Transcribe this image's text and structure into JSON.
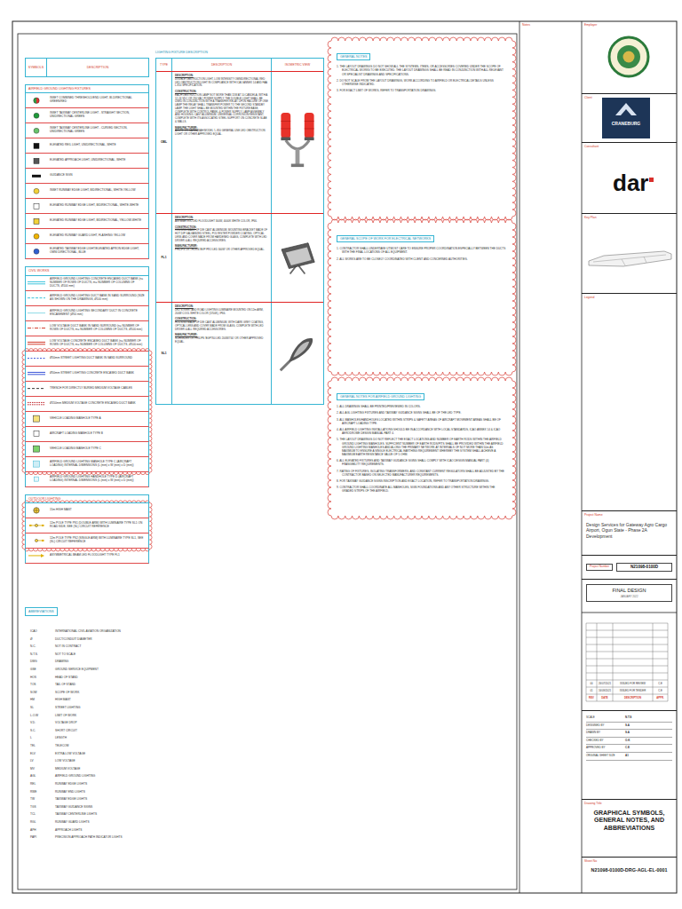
{
  "diagram": {
    "nodes": [
      {
        "text": [
          "SYMBOLS",
          "DESCRIPTION"
        ]
      },
      {
        "text": [
          "AIRFIELD GROUND LIGHTING FIXTURES"
        ]
      },
      {
        "text": [
          "CIVIL WORKS"
        ]
      },
      {
        "text": [
          "OUTDOOR LIGHTING"
        ]
      },
      {
        "text": [
          "LIGHTING FIXTURE DESCRIPTION",
          "TYPE",
          "DESCRIPTION",
          "ISOMETRIC VIEW"
        ]
      },
      {
        "text": [
          "OBL",
          "DESCRIPTION:",
          "DOUBLE OBSTRUCTION LIGHT, LOW INTENSITY OMNIDIRECTIONAL RED LED OBSTRUCTION LIGHT IN COMPLIANCE WITH ICAO ANNEX 14 AND FAA L-810 SPECIFICATION.",
          "CONSTRUCTION:",
          "EACH OBSTRUCTION LAMP NOT MORE THAN 15W AT 10 CANDELA, WITH A 12-24 VDC OR 230 VAC POWER SUPPLY. THE DOUBLE LIGHT SHALL BE USED IN CONJUNCTION WITH A TRANSFER RELAY. UPON FAILURE OF ONE LAMP THE RELAY SHALL TRANSFER POWER TO THE SECOND STANDBY LAMP. THE LIGHT SHALL BE MOUNTED WITHIN THE FIXTURE BASE, COMPLETE WITH CONTROL PANEL & POWER SUPPLY, LAMP ASSEMBLY AND HOUSING, CAST ALUMINIUM, UNIVERSAL CORROSION RESISTANT, COMPLETE WITH ITS ASSOCIATED STEEL SUPPORT ON CONCRETE SLAB & WALLS.",
          "MANUFACTURER:",
          "AVLITE OR CARMANAH MODEL 'L-810 GENERAL USE LED OBSTRUCTION LIGHT' OR OTHER APPROVED EQUAL."
        ],
        "in": 4
      },
      {
        "text": [
          "FL1",
          "DESCRIPTION:",
          "ASYMMETRIC LED FLOODLIGHT 300W, 4000K WHITE COLOR, IP66.",
          "CONSTRUCTION:",
          "HOUSING MADE OF DIE CAST ALUMINIUM, MOUNTING BRACKET MADE OF HOT DIP GALVANIZED STEEL, POLYESTER POWDER COATING, OPTICAL LENS AND COVER MADE FROM HARDENED GLASS, COMPLETE WITH LED DRIVER & ALL REQUIRED ACCESSORIES.",
          "MANUFACTURER:",
          "PHILIPS OR THORN 'BVP PRO LED 300W' OR OTHER APPROVED EQUAL."
        ],
        "in": 4
      },
      {
        "text": [
          "SL1",
          "DESCRIPTION:",
          "LED STREET AND ROAD LIGHTING LUMINAIRE MOUNTED ON 12m ARM, 200W COOL WHITE COLOR (5700K), IP66.",
          "CONSTRUCTION:",
          "HOUSING MADE OF DIE CAST ALUMINIUM, WITH DARK GREY COATING, OPTICAL LENS AND COVER MADE FROM GLASS, COMPLETE WITH LED DRIVER & ALL REQUIRED ACCESSORIES.",
          "MANUFACTURER:",
          "SCHREDER OR PHILIPS 'BGP760 LED 200W/740' OR OTHER APPROVED EQUAL."
        ],
        "in": 4
      },
      {
        "text": [
          "GENERAL NOTES",
          "1. THE LAYOUT DRAWINGS DO NOT SHOW ALL THE SYSTEMS, ITEMS, OR ACCESSORIES COVERED UNDER THE SCOPE OF ELECTRICAL WORKS TO BE EXECUTED. THE LAYOUT DRAWINGS SHALL BE READ IN CONJUNCTION WITH ALL RELEVANT OR SPECIALIST DRAWINGS AND SPECIFICATIONS.",
          "2. DO NOT SCALE FROM THE LAYOUT DRAWINGS, WORK ACCORDING TO AIRFIELD OR ELECTRICAL DETAILS UNLESS OTHERWISE INDICATED.",
          "3. FOR EXACT LIMIT OF WORKS, REFER TO TRANSPORTATION DRAWINGS."
        ]
      },
      {
        "text": [
          "GENERAL SCOPE OF WORK FOR ELECTRICAL NETWORKS",
          "1. CONTRACTOR SHALL UNDERTAKE UTMOST CARE TO ENSURE PROPER COORDINATION ESPECIALLY BETWEEN THE DUCTS WITH THE FINAL LOCATIONS OF ALL EQUIPMENT.",
          "2. ALL WORKS ARE TO BE CLOSELY COORDINATED WITH CLIENT AND CONCERNED AUTHORITIES."
        ]
      },
      {
        "text": [
          "GENERAL NOTES FOR AIRFIELD GROUND LIGHTING",
          "1. ALL DRAWINGS SHALL BE PRINTED/PREVIEWED IN COLORS.",
          "2. ALL AGL LIGHTING FIXTURES AND TAXIWAY GUIDANCE SIGNS SHALL BE OF THE LED TYPE.",
          "3. ALL MANHOLES/HANDHOLES LOCATED WITHIN STRIPS & SAFETY AREAS OF AIRCRAFT MOVEMENT AREAS SHALL BE OF AIRCRAFT LOADING TYPE.",
          "4. ALL AIRFIELD LIGHTING INSTALLATIONS SHOULD BE IN ACCORDANCE WITH LOCAL STANDARDS, ICAO ANNEX 14 & ICAO AERODROME DESIGN MANUAL PART 4.",
          "5. THE LAYOUT DRAWINGS DO NOT REFLECT THE EXACT LOCATIONS AND NUMBER OF EARTH RODS WITHIN THE AIRFIELD GROUND LIGHTING MANHOLES. SUFFICIENT NUMBER OF EARTH RODS/PITS SHALL BE PROVIDED WITHIN THE AIRFIELD GROUND LIGHTING MANHOLES AND ALONG THE PRIMARY NETWORK AT INTERVALS OF NOT MORE THAN 50m AS MAXIMUM TO ENSURE A SINGLE ELECTRICAL EARTHING REQUIREMENT WHEREBY THE SYSTEM SHALL ACHIEVE A MAXIMUM EARTH RESISTANCE VALUE OF 5 OHM.",
          "6. ALL ELEVATED FIXTURES AND TAXIWAY GUIDANCE SIGNS SHALL COMPLY WITH ICAO DESIGN MANUAL PART (4) FRANGIBILITY REQUIREMENTS.",
          "7. RATING OF FIXTURES, ISOLATING TRANSFORMERS, AND CONSTANT CURRENT REGULATORS SHALL BE ADJUSTED BY THE CONTRACTOR BASED ON SELECTED MANUFACTURER REQUIREMENTS.",
          "8. FOR TAXIWAY GUIDANCE SIGNS INSCRIPTION AND EXACT LOCATION, REFER TO TRANSPORTATION DRAWINGS.",
          "9. CONTRACTOR SHALL COORDINATE ALL MANHOLES, SIGN FOUNDATIONS AND ANY OTHER STRUCTURE WITHIN THE GRADED STRIPS OF THE AIRFIELD."
        ]
      },
      {
        "text": [
          "ABBREVIATIONS"
        ]
      },
      {
        "text": [
          "Notes"
        ]
      },
      {
        "text": [
          "Employer"
        ]
      },
      {
        "text": [
          "Client"
        ]
      },
      {
        "text": [
          "Consultant"
        ]
      },
      {
        "text": [
          "Key Plan"
        ]
      },
      {
        "text": [
          "Legend"
        ]
      },
      {
        "text": [
          "Project Name",
          "Design Services for Gateway Agro Cargo Airport, Ogun State - Phase 2A Development"
        ]
      },
      {
        "text": [
          "Project Number",
          "N21098-0100D"
        ]
      },
      {
        "text": [
          "FINAL DESIGN",
          "JANUARY 2022"
        ]
      },
      {
        "text": [
          "SCALE",
          "N.T.S",
          "DESIGNED BY",
          "S.A",
          "DRAWN BY",
          "S.A",
          "CHECKED BY",
          "O.K",
          "APPROVED BY",
          "C.E",
          "ORIGINAL SHEET SIZE",
          "A1"
        ]
      },
      {
        "text": [
          "Drawing Title",
          "GRAPHICAL SYMBOLS, GENERAL NOTES, AND ABBREVIATIONS"
        ]
      },
      {
        "text": [
          "Sheet No",
          "N21098-0100D-DRG-AGL-EL-0001"
        ]
      }
    ],
    "labels": [
      "dar",
      "CRANEBURG",
      "00",
      "26/07/2021",
      "ISSUED FOR REVIEW",
      "C.E",
      "01",
      "16/09/2021",
      "ISSUED FOR TENDER",
      "C.E",
      "REV",
      "DATE",
      "DESCRIPTION",
      "APPR.",
      "ICAO",
      "INTERNATIONAL CIVIL AVIATION ORGANIZATION",
      "Ø",
      "DUCT/CONDUIT DIAMETER",
      "N.C.",
      "NOT IN CONTRACT",
      "N.T.S.",
      "NOT TO SCALE",
      "DWG",
      "DRAWING",
      "GSE",
      "GROUND SERVICE EQUIPMENT",
      "HOS",
      "HEAD OF STAND",
      "TOS",
      "TAIL OF STAND",
      "SOW",
      "SCOPE OF WORK",
      "HM",
      "HIGH MAST",
      "SL",
      "STREET LIGHTING",
      "L.O.W",
      "LIMIT OF WORK",
      "V.D.",
      "VOLTAGE DROP",
      "S.C.",
      "SHORT CIRCUIT",
      "L",
      "LENGTH",
      "TEL",
      "TELECOM",
      "ELV",
      "EXTRA LOW VOLTAGE",
      "LV",
      "LOW VOLTAGE",
      "MV",
      "MEDIUM VOLTAGE",
      "AGL",
      "AIRFIELD GROUND LIGHTING",
      "REL",
      "RUNWAY EDGE LIGHTS",
      "RWE",
      "RUNWAY END LIGHTS",
      "TW",
      "TAXIWAY EDGE LIGHTS",
      "TGS",
      "TAXIWAY GUIDANCE SIGNS",
      "TCL",
      "TAXIWAY CENTERLINE LIGHTS",
      "RGL",
      "RUNWAY GUARD LIGHTS",
      "APH",
      "APPROACH LIGHTS",
      "PAPI",
      "PRECISION APPROACH PATH INDICATOR LIGHTS"
    ],
    "legend": [
      {
        "text": "INSET COMBINED THRESHOLD/END LIGHT, BI-DIRECTIONAL GREEN/RED"
      },
      {
        "text": "INSET TAXIWAY CENTERLINE LIGHT - STRAIGHT SECTION, UNIDIRECTIONAL GREEN"
      },
      {
        "text": "INSET TAXIWAY CENTERLINE LIGHT - CURVED SECTION, UNIDIRECTIONAL GREEN"
      },
      {
        "text": "ELEVATED REIL LIGHT, UNIDIRECTIONAL, WHITE"
      },
      {
        "text": "ELEVATED APPROACH LIGHT, UNIDIRECTIONAL, WHITE"
      },
      {
        "text": "GUIDANCE SIGN"
      },
      {
        "text": "INSET RUNWAY EDGE LIGHT, BIDIRECTIONAL, WHITE-YELLOW"
      },
      {
        "text": "ELEVATED RUNWAY EDGE LIGHT, BIDIRECTIONAL, WHITE-WHITE"
      },
      {
        "text": "ELEVATED RUNWAY EDGE LIGHT, BIDIRECTIONAL, YELLOW-WHITE"
      },
      {
        "text": "ELEVATED RUNWAY GUARD LIGHT, FLASHING YELLOW"
      },
      {
        "text": "ELEVATED TAXIWAY EDGE LIGHT/ELEVATED APRON EDGE LIGHT, OMNI DIRECTIONAL, BLUE"
      },
      {
        "text": "AIRFIELD GROUND LIGHTING CONCRETE ENCASED DUCT BANK (n= NUMBER OF ROWS OF DUCTS, m= NUMBER OF COLUMNS OF DUCTS, Ø100 mm)"
      },
      {
        "text": "AIRFIELD GROUND LIGHTING DUCT BANK IN SAND SURROUND (SIZE AS SHOWN ON THE DRAWINGS, Ø100 mm)"
      },
      {
        "text": "AIRFIELD GROUND LIGHTING SECONDARY DUCT IN CONCRETE ENCASEMENT (Ø50 mm)"
      },
      {
        "text": "LOW VOLTAGE DUCT BANK IN SAND SURROUND (n= NUMBER OF ROWS OF DUCTS, m= NUMBER OF COLUMNS OF DUCTS, Ø100 mm)"
      },
      {
        "text": "LOW VOLTAGE CONCRETE ENCASED DUCT BANK (n= NUMBER OF ROWS OF DUCTS, m= NUMBER OF COLUMNS OF DUCTS, Ø100 mm)"
      },
      {
        "text": "Ø50mm STREET LIGHTING DUCT BANK IN SAND SURROUND"
      },
      {
        "text": "Ø50mm STREET LIGHTING CONCRETE ENCASED DUCT BANK"
      },
      {
        "text": "TRENCH FOR DIRECTLY BURIED MEDIUM VOLTAGE CABLES"
      },
      {
        "text": "Ø150mm MEDIUM VOLTAGE CONCRETE ENCASED DUCT BANK"
      },
      {
        "text": "VEHICLE LOADING MANHOLE TYPE A"
      },
      {
        "text": "AIRCRAFT LOADING MANHOLE TYPE B"
      },
      {
        "text": "VEHICLE LOADING MANHOLE TYPE C"
      },
      {
        "text": "AIRFIELD GROUND LIGHTING MANHOLE TYPE C (AIRCRAFT LOADING) INTERNAL DIMENSIONS (L (mm) x W (mm) x D (mm))"
      },
      {
        "text": "AIRFIELD GROUND LIGHTING HANDHOLE TYPE D (AIRCRAFT LOADING) INTERNAL DIMENSIONS (L (mm) x W (mm) x D (mm))"
      },
      {
        "text": "15m HIGH MAST"
      },
      {
        "text": "12m POLE TYPE PS1 (DOUBLE ARM) WITH LUMINAIRE TYPE SL1 ON ROAD SIDE, SEE (SL) CIRCUIT REFERENCE"
      },
      {
        "text": "12m POLE TYPE PS2 (SINGLE ARM) WITH LUMINAIRE TYPE SL1, SEE (SL) CIRCUIT REFERENCE"
      },
      {
        "text": "ASYMMETRICAL BEAM LED FLOODLIGHT TYPE FL1"
      }
    ]
  }
}
